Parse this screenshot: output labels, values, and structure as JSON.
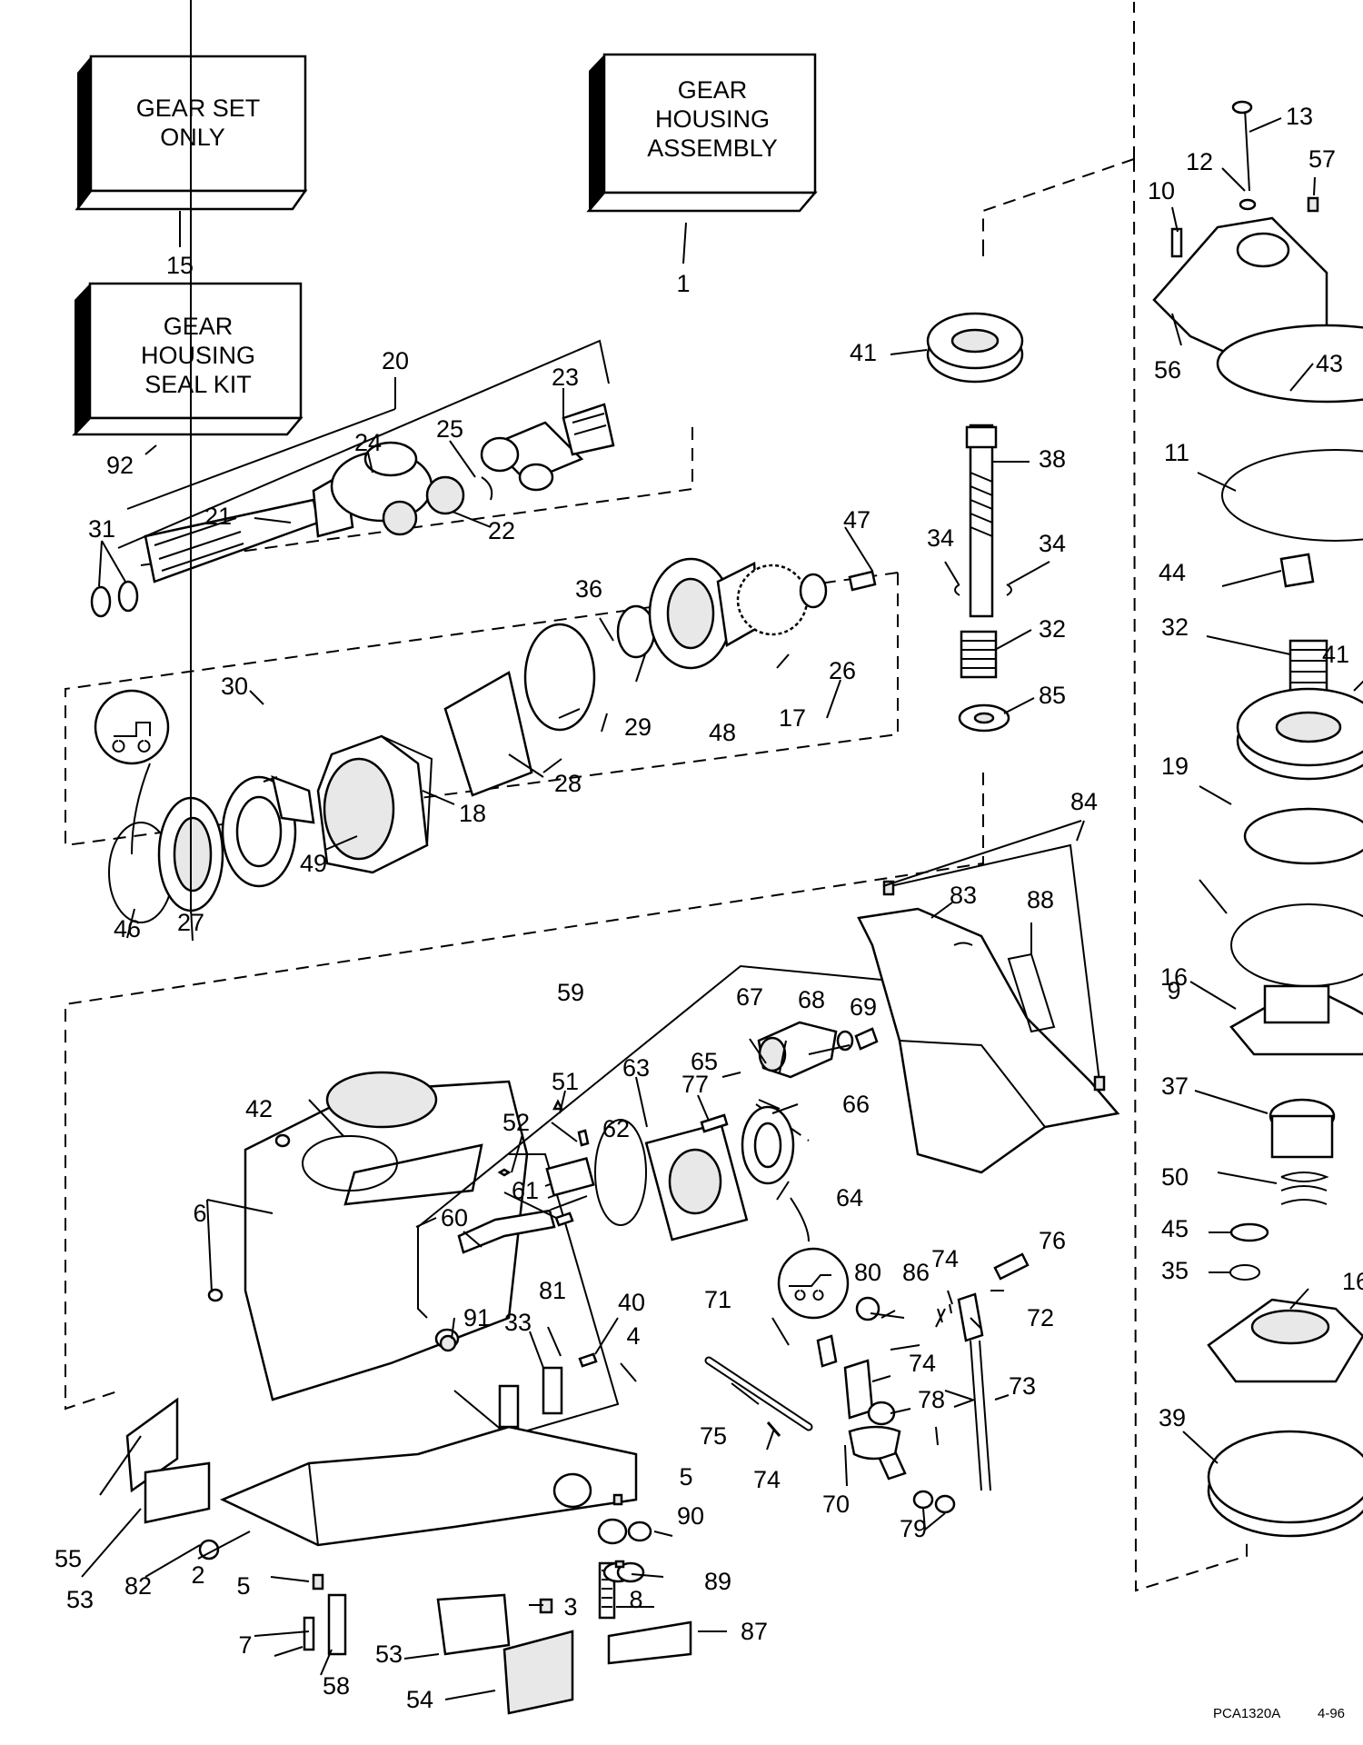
{
  "kits": [
    {
      "id": "gear-set-only",
      "lines": [
        "GEAR SET",
        "ONLY"
      ],
      "ref": "15"
    },
    {
      "id": "gear-housing-assembly",
      "lines": [
        "GEAR",
        "HOUSING",
        "ASSEMBLY"
      ],
      "ref": "1"
    },
    {
      "id": "gear-housing-seal-kit",
      "lines": [
        "GEAR",
        "HOUSING",
        "SEAL KIT"
      ],
      "ref": "92"
    }
  ],
  "callouts": [
    "1",
    "2",
    "3",
    "4",
    "5",
    "6",
    "7",
    "8",
    "9",
    "10",
    "11",
    "12",
    "13",
    "15",
    "16",
    "17",
    "18",
    "19",
    "20",
    "21",
    "22",
    "23",
    "24",
    "25",
    "26",
    "27",
    "28",
    "29",
    "30",
    "31",
    "32",
    "33",
    "34",
    "35",
    "36",
    "37",
    "38",
    "39",
    "40",
    "41",
    "42",
    "43",
    "44",
    "45",
    "46",
    "47",
    "48",
    "49",
    "50",
    "51",
    "52",
    "53",
    "54",
    "55",
    "56",
    "57",
    "58",
    "59",
    "60",
    "61",
    "62",
    "63",
    "64",
    "65",
    "66",
    "67",
    "68",
    "69",
    "70",
    "71",
    "72",
    "73",
    "74",
    "75",
    "76",
    "77",
    "78",
    "79",
    "80",
    "81",
    "82",
    "83",
    "84",
    "85",
    "86",
    "87",
    "88",
    "89",
    "90",
    "91",
    "92"
  ],
  "footer": {
    "code": "PCA1320A",
    "date": "4-96"
  }
}
